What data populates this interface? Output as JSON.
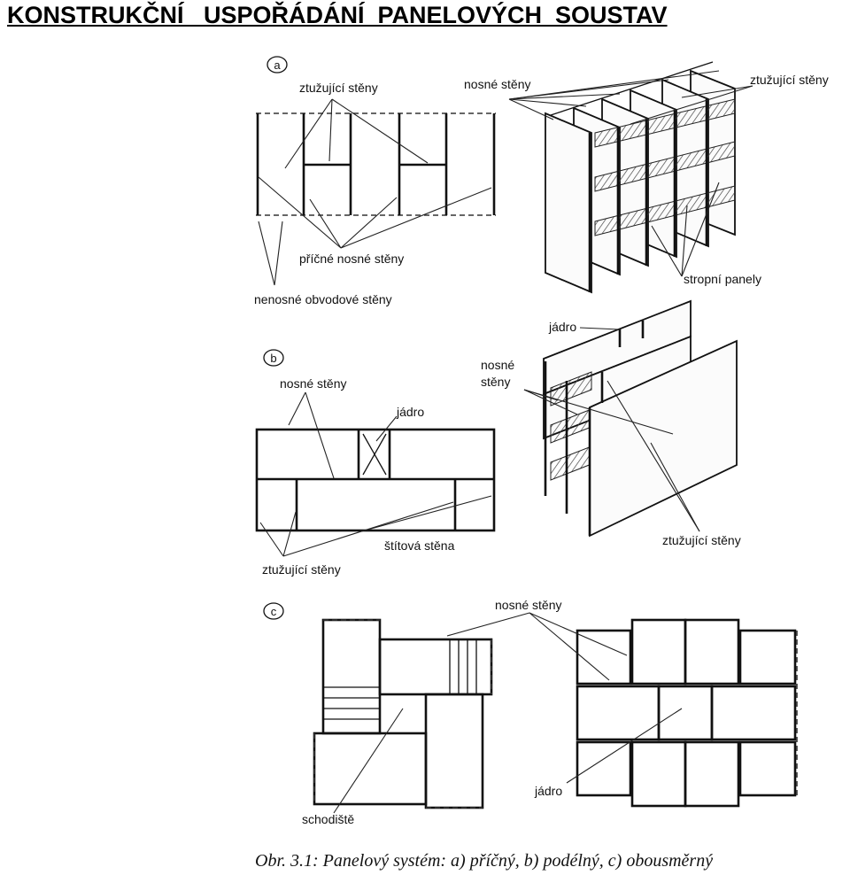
{
  "title": "KONSTRUKČNÍ   USPOŘÁDÁNÍ  PANELOVÝCH  SOUSTAV",
  "sections": {
    "a": {
      "letter": "a",
      "label_ztuzujici_plan": "ztužující stěny",
      "label_pricne_nosne": "příčné nosné stěny",
      "label_nenosne_obvodove": "nenosné obvodové stěny",
      "label_nosne_3d": "nosné stěny",
      "label_ztuzujici_3d": "ztužující stěny",
      "label_stropni_panely": "stropní panely"
    },
    "b": {
      "letter": "b",
      "label_nosne_plan": "nosné stěny",
      "label_jadro_plan": "jádro",
      "label_stitova": "štítová stěna",
      "label_ztuzujici_plan": "ztužující stěny",
      "label_jadro_3d": "jádro",
      "label_nosne_3d_line1": "nosné",
      "label_nosne_3d_line2": "stěny",
      "label_ztuzujici_3d": "ztužující stěny"
    },
    "c": {
      "letter": "c",
      "label_nosne": "nosné stěny",
      "label_schodiste": "schodiště",
      "label_jadro": "jádro"
    }
  },
  "caption": "Obr. 3.1: Panelový systém: a) příčný, b) podélný, c) obousměrný"
}
